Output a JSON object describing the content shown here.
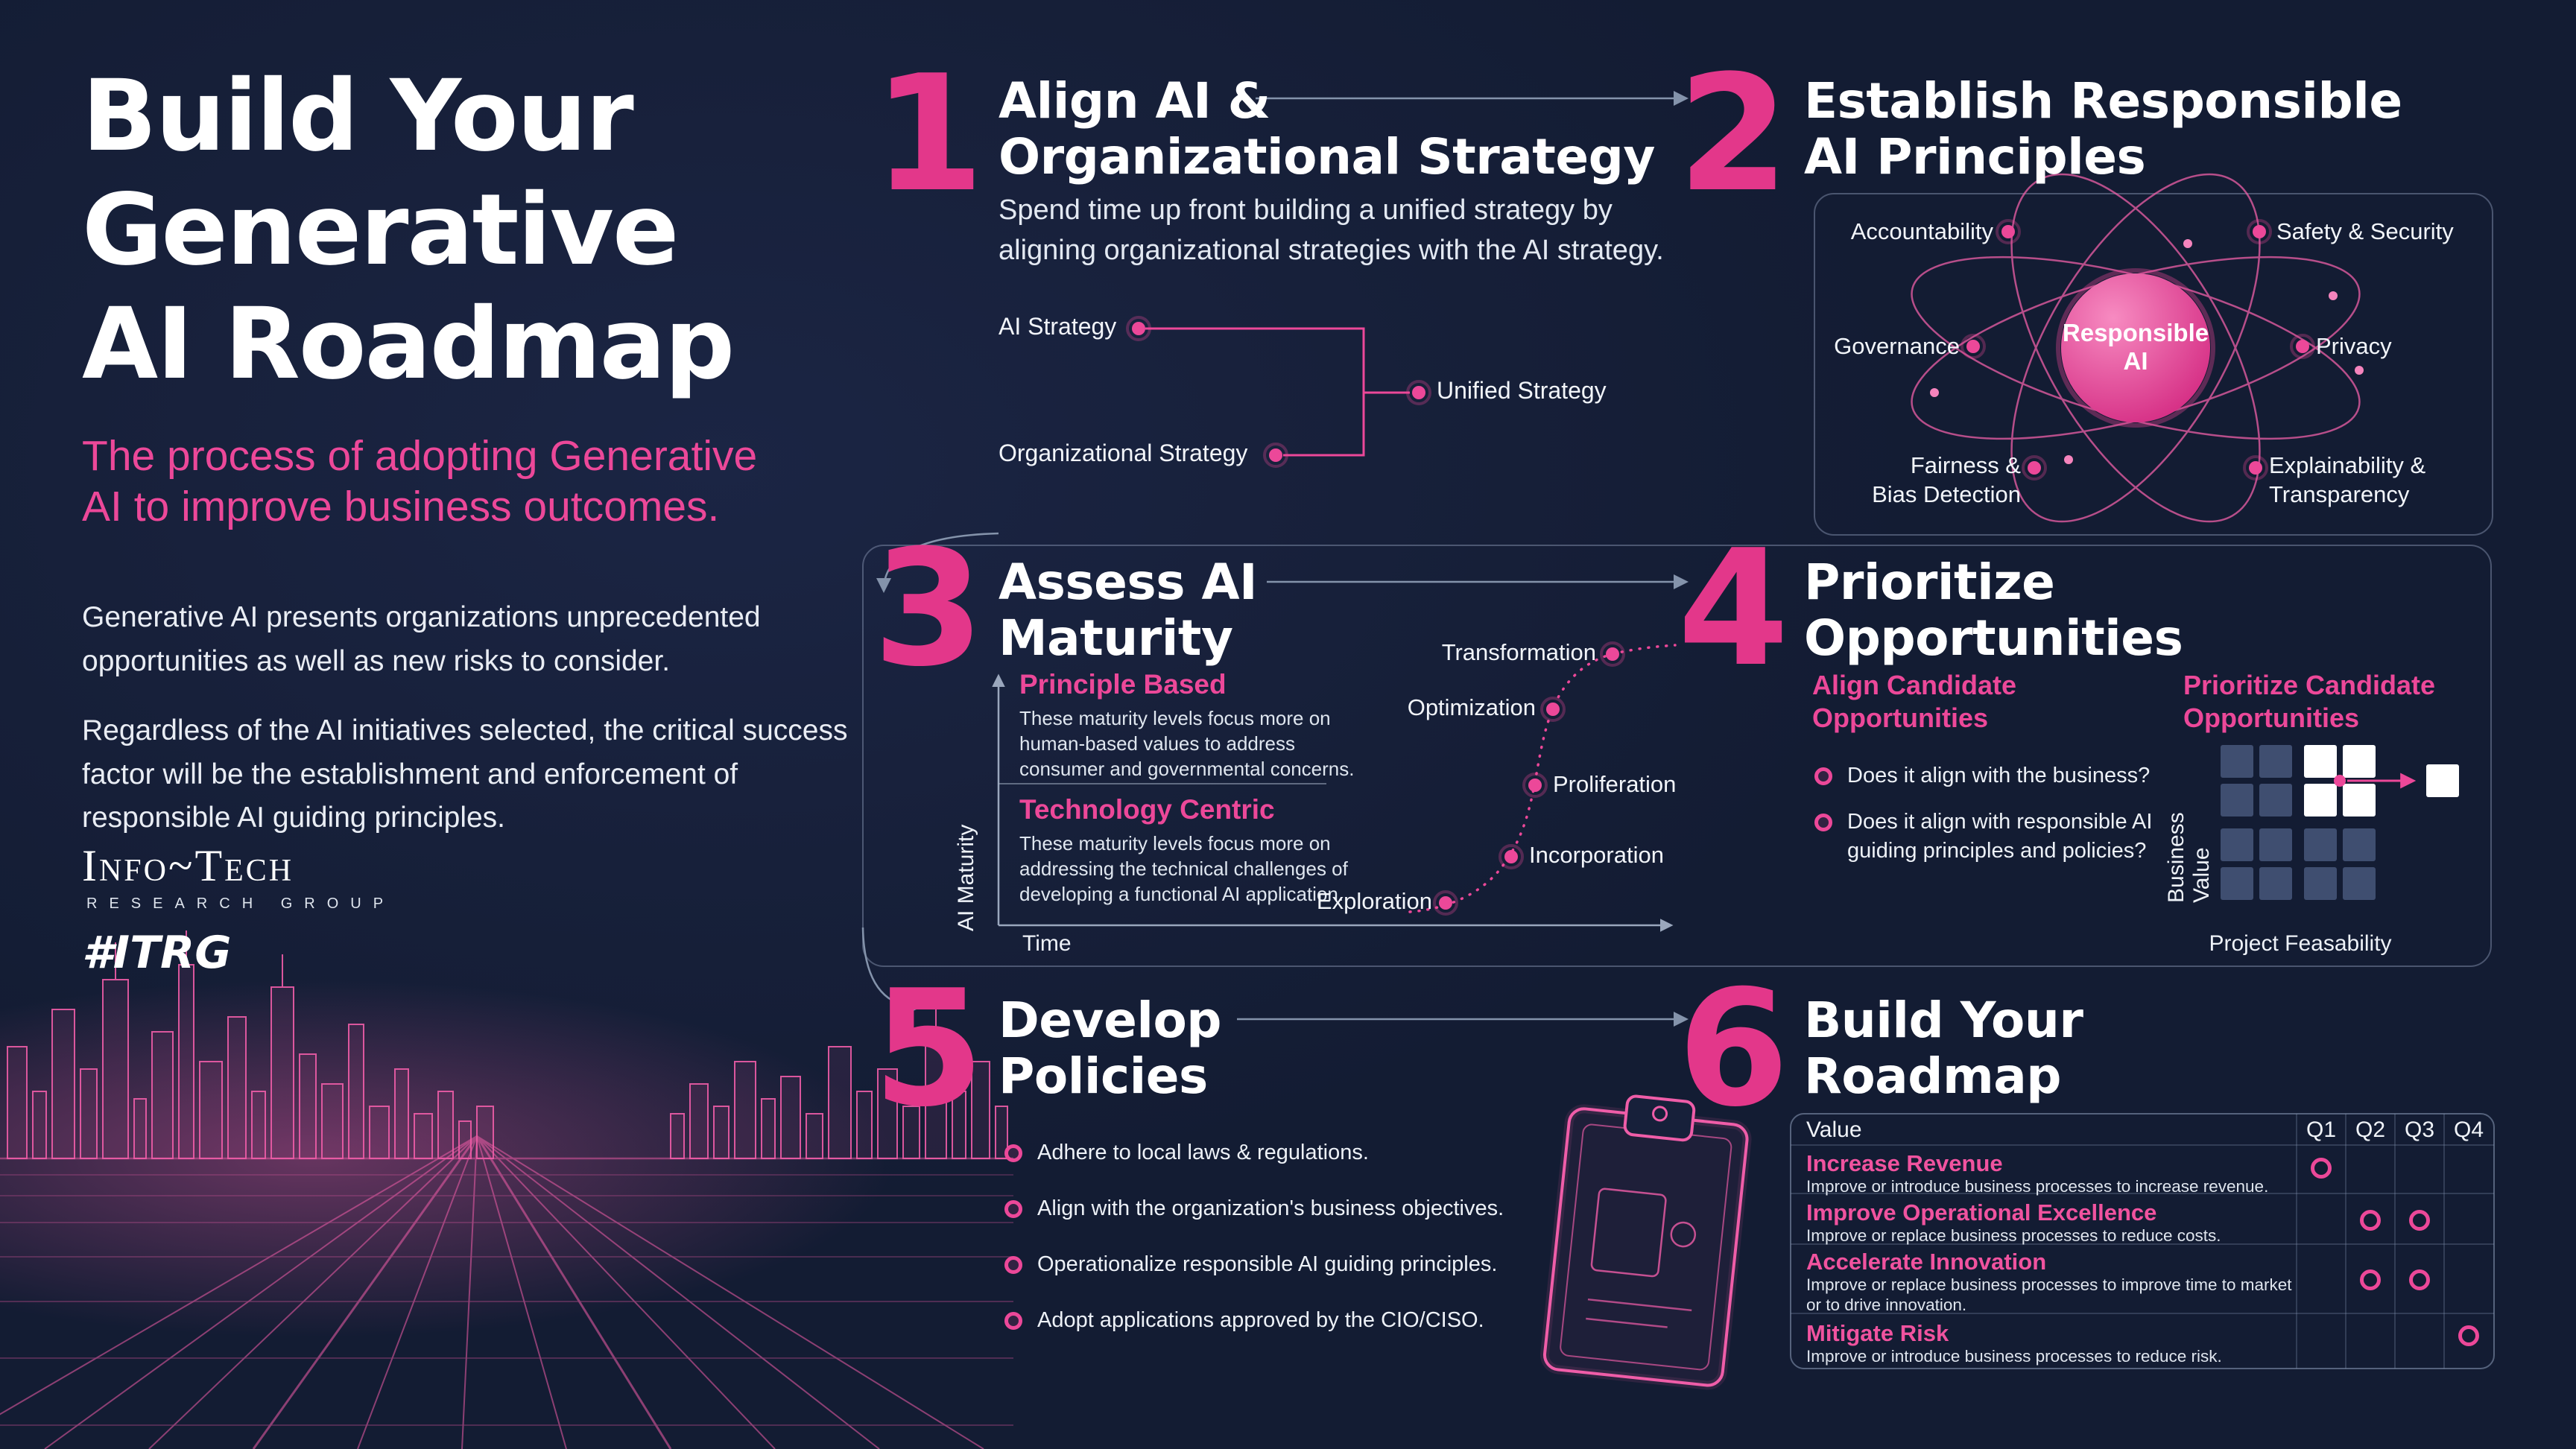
{
  "page": {
    "background": "#17203a",
    "accent_pink": "#ec4899",
    "number_pink": "#e3378a",
    "border_gray": "#8d9cb8",
    "matrix_gray": "#3f4e70"
  },
  "left_panel": {
    "title_lines": [
      "Build Your",
      "Generative",
      "AI Roadmap"
    ],
    "subtitle": "The process of adopting Generative AI to improve business outcomes.",
    "paragraph_1": "Generative AI presents organizations unprecedented opportunities as well as new risks to consider.",
    "paragraph_2": "Regardless of the AI initiatives selected, the critical success factor will be the establishment and enforcement of responsible AI guiding principles.",
    "brand": {
      "wordmark": "Info~Tech",
      "subtext": "RESEARCH GROUP",
      "hashtag": "#ITRG"
    }
  },
  "sections": {
    "s1": {
      "number": "1",
      "title_lines": [
        "Align AI &",
        "Organizational Strategy"
      ],
      "description": "Spend time up front building a unified strategy by aligning organizational strategies with the AI strategy.",
      "diagram": {
        "input_1": "AI Strategy",
        "input_2": "Organizational Strategy",
        "output": "Unified Strategy"
      }
    },
    "s2": {
      "number": "2",
      "title_lines": [
        "Establish Responsible",
        "AI Principles"
      ],
      "center_lines": [
        "Responsible",
        "AI"
      ],
      "principles": [
        "Accountability",
        "Safety & Security",
        "Governance",
        "Privacy",
        "Fairness &\nBias Detection",
        "Explainability &\nTransparency"
      ]
    },
    "s3": {
      "number": "3",
      "title_lines": [
        "Assess AI",
        "Maturity"
      ],
      "principle_based": {
        "title": "Principle Based",
        "description": "These maturity levels focus more on human-based values to address consumer and governmental concerns."
      },
      "technology_centric": {
        "title": "Technology Centric",
        "description": "These maturity levels focus more on addressing the technical challenges of developing a functional AI application."
      },
      "stages": [
        "Exploration",
        "Incorporation",
        "Proliferation",
        "Optimization",
        "Transformation"
      ],
      "y_axis": "AI Maturity",
      "x_axis": "Time"
    },
    "s4": {
      "number": "4",
      "title_lines": [
        "Prioritize",
        "Opportunities"
      ],
      "align_heading": "Align Candidate Opportunities",
      "align_bullets": [
        "Does it align with the business?",
        "Does it align with responsible AI guiding principles and policies?"
      ],
      "prioritize_heading": "Prioritize Candidate Opportunities",
      "matrix": {
        "y_axis": "Business Value",
        "x_axis": "Project Feasability"
      }
    },
    "s5": {
      "number": "5",
      "title_lines": [
        "Develop",
        "Policies"
      ],
      "bullets": [
        "Adhere to local laws & regulations.",
        "Align with the organization's business objectives.",
        "Operationalize responsible AI guiding principles.",
        "Adopt applications approved by the CIO/CISO."
      ]
    },
    "s6": {
      "number": "6",
      "title_lines": [
        "Build Your",
        "Roadmap"
      ],
      "table": {
        "headers": [
          "Value",
          "Q1",
          "Q2",
          "Q3",
          "Q4"
        ],
        "rows": [
          {
            "title": "Increase Revenue",
            "description": "Improve or introduce business processes to increase revenue.",
            "quarters": [
              "Q1"
            ]
          },
          {
            "title": "Improve Operational Excellence",
            "description": "Improve or replace business processes to reduce costs.",
            "quarters": [
              "Q2",
              "Q3"
            ]
          },
          {
            "title": "Accelerate Innovation",
            "description": "Improve or replace business processes to improve time to market or to drive innovation.",
            "quarters": [
              "Q2",
              "Q3"
            ]
          },
          {
            "title": "Mitigate Risk",
            "description": "Improve or introduce business processes to reduce risk.",
            "quarters": [
              "Q4"
            ]
          }
        ]
      }
    }
  }
}
